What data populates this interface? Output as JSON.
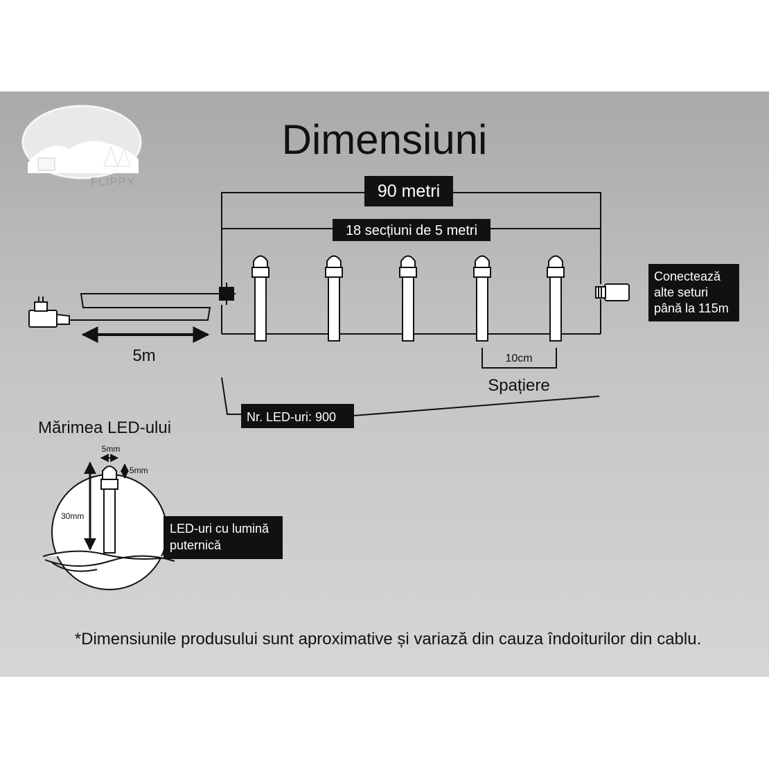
{
  "title": "Dimensiuni",
  "brand": {
    "line1": "FLIPPY",
    "line2": "christmas"
  },
  "total_length": "90 metri",
  "sections": "18 secțiuni de 5 metri",
  "connect": {
    "line1": "Conectează",
    "line2": "alte seturi",
    "line3": "până la 115m"
  },
  "lead_cable": "5m",
  "spacing_value": "10cm",
  "spacing_label": "Spațiere",
  "led_count": "Nr. LED-uri: 900",
  "led_size": {
    "heading": "Mărimea LED-ului",
    "width": "5mm",
    "cap": "5mm",
    "height": "30mm",
    "note_line1": "LED-uri cu lumină",
    "note_line2": "puternică"
  },
  "disclaimer": "*Dimensiunile produsului sunt aproximative și variază din cauza îndoiturilor din cablu.",
  "colors": {
    "panel": "#bdbdbd",
    "ink": "#111111",
    "box": "#111111",
    "box_text": "#ffffff"
  },
  "led_markers": [
    1,
    2,
    3,
    4,
    5
  ]
}
